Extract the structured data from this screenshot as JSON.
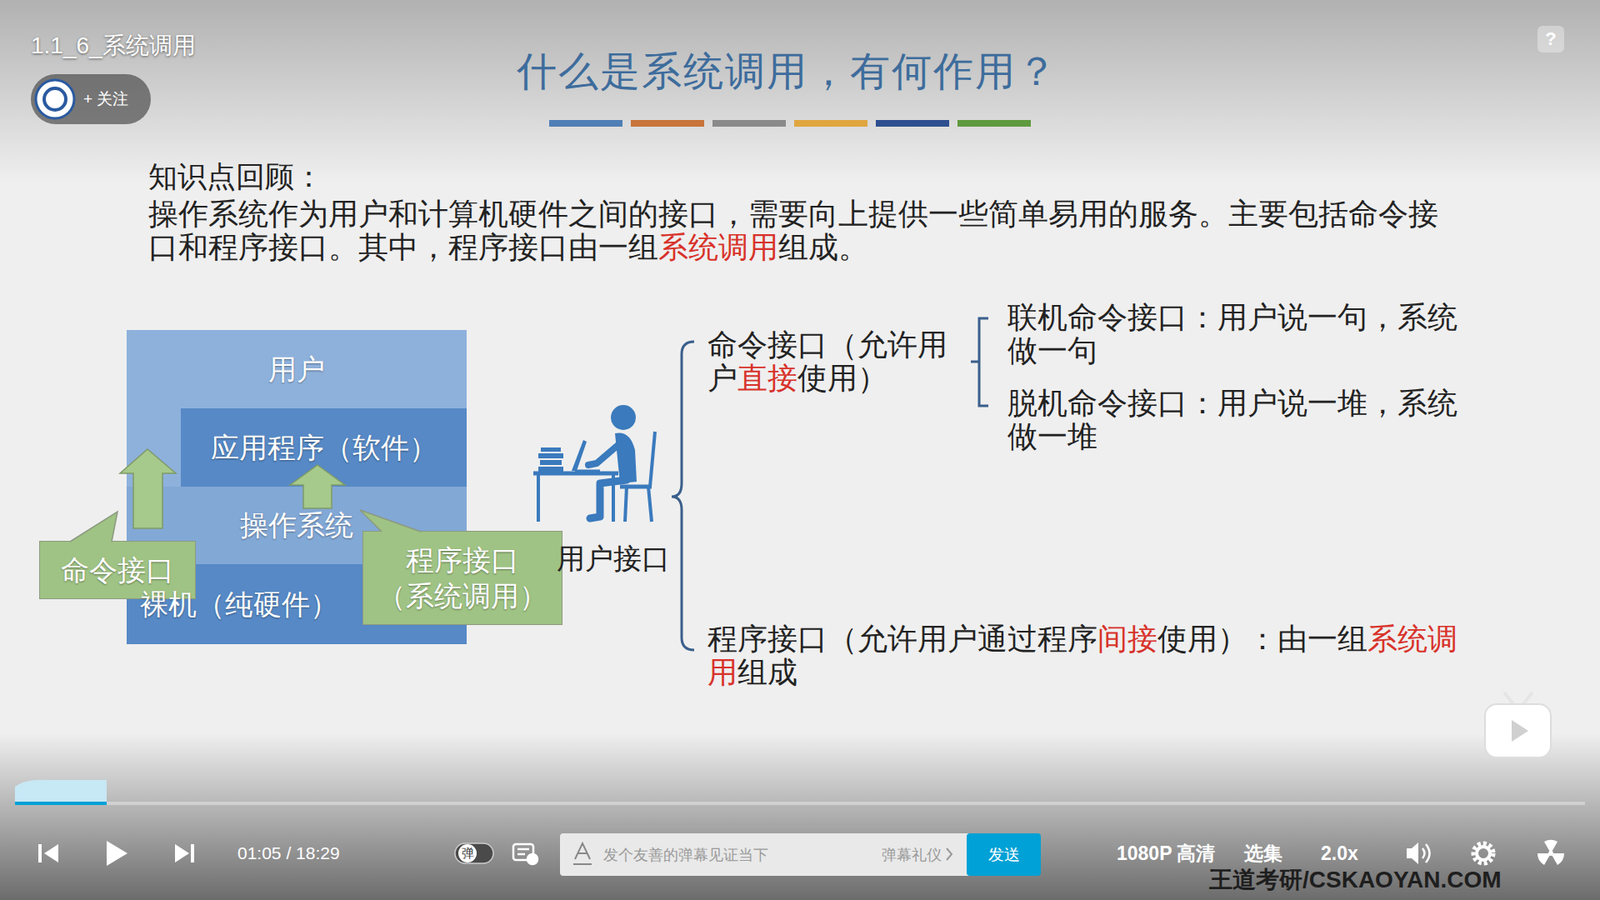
{
  "diagram": {
    "title": "什么是系统调用，有何作用？",
    "nodes": [
      {
        "text": [
          "用户"
        ]
      },
      {
        "text": [
          "应用程序（软件）"
        ],
        "in": 0
      },
      {
        "text": [
          "操作系统"
        ],
        "in": 0
      },
      {
        "text": [
          "裸机（纯硬件）"
        ],
        "in": 0
      },
      {
        "text": [
          "命令接口"
        ]
      },
      {
        "text": [
          "程序接口（系统调用）"
        ]
      }
    ],
    "labels": [
      "1.1_6_系统调用",
      "+ 关注",
      "?",
      "知识点回顾：",
      "操作系统作为用户和计算机硬件之间的接口，需要向上提供一些简单易用的服务。主要包括命令接口和程序接口。其中，程序接口由一组系统调用组成。",
      "用户接口",
      "命令接口（允许用户直接使用）",
      "联机命令接口：用户说一句，系统做一句",
      "脱机命令接口：用户说一堆，系统做一堆",
      "程序接口（允许用户通过程序间接使用）：由一组系统调用组成",
      "01:05 / 18:29",
      "弹",
      "发个友善的弹幕见证当下",
      "弹幕礼仪",
      "发送",
      "1080P 高清",
      "选集",
      "2.0x",
      "王道考研/CSKAOYAN.COM"
    ]
  }
}
